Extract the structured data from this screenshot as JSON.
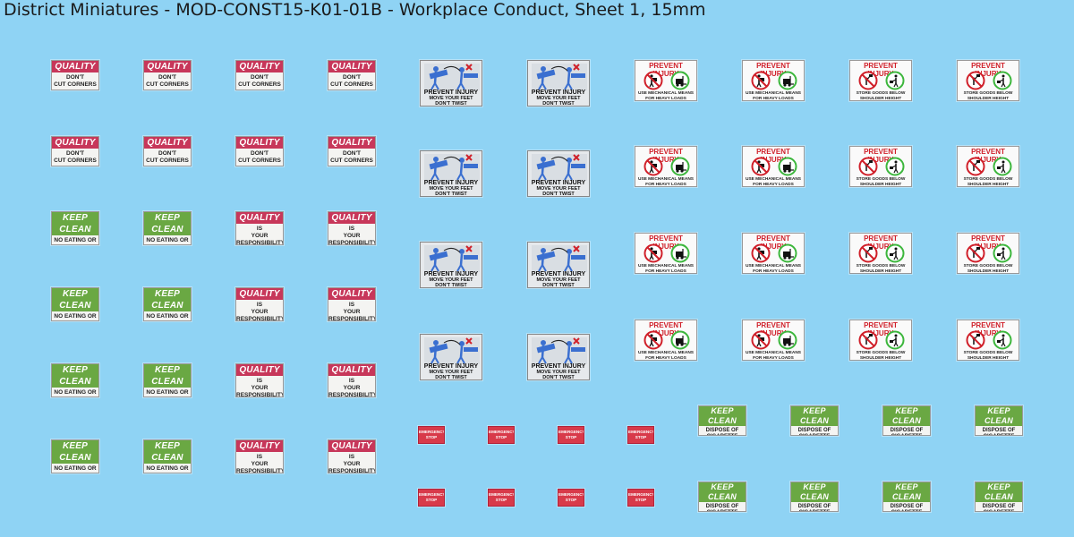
{
  "title": "District Miniatures - MOD-CONST15-K01-01B - Workplace Conduct, Sheet 1, 15mm",
  "colors": {
    "background": "#8fd3f4",
    "quality_red": "#c7375a",
    "keep_clean_green": "#6aa843",
    "prevent_injury_red": "#d0202a",
    "emergency_red": "#d83a4a"
  },
  "signs": {
    "quality_header": "QUALITY",
    "quality_corners": "DON'T\nCUT CORNERS",
    "quality_responsibility": "IS\nYOUR\nRESPONSIBILITY",
    "keep_clean_header": "KEEP CLEAN",
    "keep_clean_eating": "NO EATING OR\nDRINKING IN\nTHIS AREA",
    "keep_clean_cigarettes": "DISPOSE OF\nCIGARETTE BUTTS\nTHOUGHTFULLY",
    "prevent_injury_header": "PREVENT INJURY",
    "move_feet_line1": "MOVE YOUR FEET",
    "move_feet_line2": "DON'T TWIST",
    "mechanical_means": "USE MECHANICAL MEANS\nFOR HEAVY LOADS",
    "store_goods": "STORE GOODS BELOW\nSHOULDER HEIGHT",
    "emergency_stop": "EMERGENCY\nSTOP"
  },
  "icons": {
    "lifting_art": "figures-lifting-icon",
    "no_lifting": "no-manual-lifting-icon",
    "forklift": "forklift-icon",
    "no_high_shelf": "no-high-shelf-icon",
    "correct_storage": "correct-storage-icon"
  }
}
